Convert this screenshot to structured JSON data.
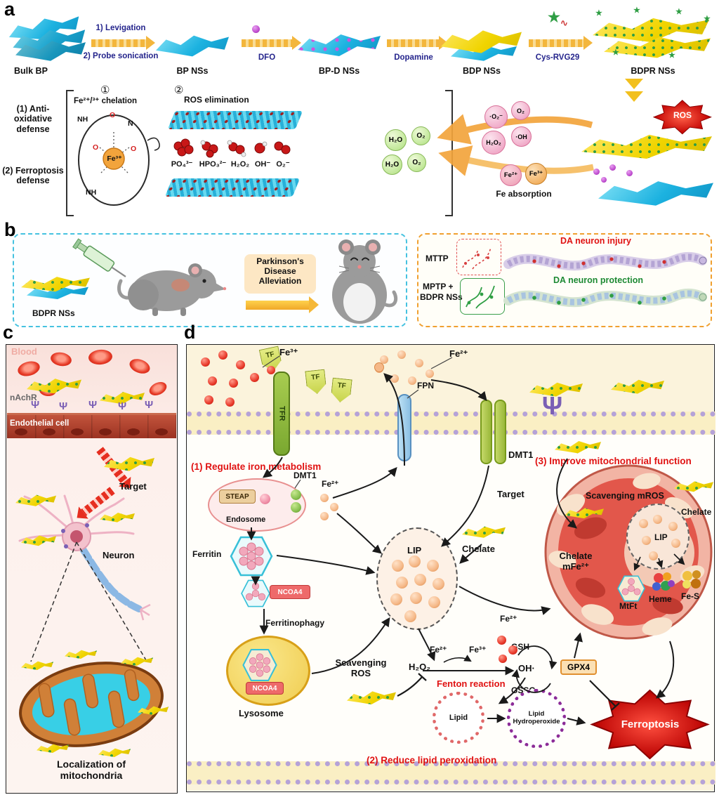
{
  "panels": {
    "a": "a",
    "b": "b",
    "c": "c",
    "d": "d"
  },
  "icons": {
    "star": "★",
    "receptor": "Ψ",
    "squiggle": "∿",
    "dot": "●"
  },
  "a": {
    "flow": {
      "bulk": "Bulk BP",
      "step1a": "1) Levigation",
      "step1b": "2) Probe sonication",
      "bp": "BP NSs",
      "step2": "DFO",
      "bpd": "BP-D NSs",
      "step3": "Dopamine",
      "bdp": "BDP NSs",
      "step4": "Cys-RVG29",
      "bdpr": "BDPR NSs"
    },
    "defense1a": "(1) Anti-oxidative",
    "defense1b": "defense",
    "defense2a": "(2) Ferroptosis",
    "defense2b": "defense",
    "num1": "①",
    "chelation": "Fe²⁺/³⁺ chelation",
    "num2": "②",
    "ros_elim": "ROS elimination",
    "atoms": {
      "nh1": "NH",
      "n1": "N",
      "o1": "O",
      "o2": "O",
      "o3": "O",
      "nh2": "NH",
      "fe": "Fe³⁺"
    },
    "molecules": [
      "PO₄³⁻",
      "HPO₃²⁻",
      "H₂O₂",
      "OH⁻",
      "O₂⁻"
    ],
    "products": [
      "H₂O",
      "O₂",
      "H₂O",
      "O₂"
    ],
    "ros_species": [
      "·O₂⁻",
      "O₂",
      "H₂O₂",
      "·OH"
    ],
    "fe2": "Fe²⁺",
    "fe3": "Fe³⁺",
    "fe_absorption": "Fe absorption",
    "ros": "ROS"
  },
  "b": {
    "bdpr": "BDPR NSs",
    "alleviation": [
      "Parkinson's",
      "Disease",
      "Alleviation"
    ],
    "mttp": "MTTP",
    "mptp1": "MPTP +",
    "mptp2": "BDPR NSs",
    "injury": "DA neuron injury",
    "protection": "DA neuron protection"
  },
  "c": {
    "blood": "Blood",
    "nachr": "nAchR",
    "endothelial": "Endothelial cell",
    "target": "Target",
    "neuron": "Neuron",
    "loc1": "Localization of",
    "loc2": "mitochondria"
  },
  "d": {
    "fe3": "Fe³⁺",
    "fe2": "Fe²⁺",
    "tf": "TF",
    "tfr": "TFR",
    "fpn": "FPN",
    "dmt1": "DMT1",
    "sec1": "(1) Regulate iron metabolism",
    "steap": "STEAP",
    "dmt1b": "DMT1",
    "endosome": "Endosome",
    "fe2b": "Fe²⁺",
    "ferritin": "Ferritin",
    "ncoa4": "NCOA4",
    "ferritinophagy": "Ferritinophagy",
    "lysosome": "Lysosome",
    "scav1": "Scavenging",
    "scav2": "ROS",
    "h2o2": "H₂O₂",
    "lip": "LIP",
    "chelate1": "Chelate",
    "target": "Target",
    "sec3": "(3) Improve mitochondrial function",
    "scav_mros": "Scavenging mROS",
    "chelate_m1": "Chelate",
    "chelate_m2": "mFe²⁺",
    "chelate2": "Chelate",
    "lip2": "LIP",
    "mtft": "MtFt",
    "heme": "Heme",
    "fes": "Fe-S",
    "fe2c": "Fe²⁺",
    "fe2d": "Fe²⁺",
    "fe3b": "Fe³⁺",
    "oh": "OH·",
    "fenton": "Fenton reaction",
    "gsh": "GSH",
    "gssg": "GSSG",
    "gpx4": "GPX4",
    "lipid": "Lipid",
    "lh1": "Lipid",
    "lh2": "Hydroperoxide",
    "sec2": "(2) Reduce lipid peroxidation",
    "ferroptosis": "Ferroptosis"
  }
}
